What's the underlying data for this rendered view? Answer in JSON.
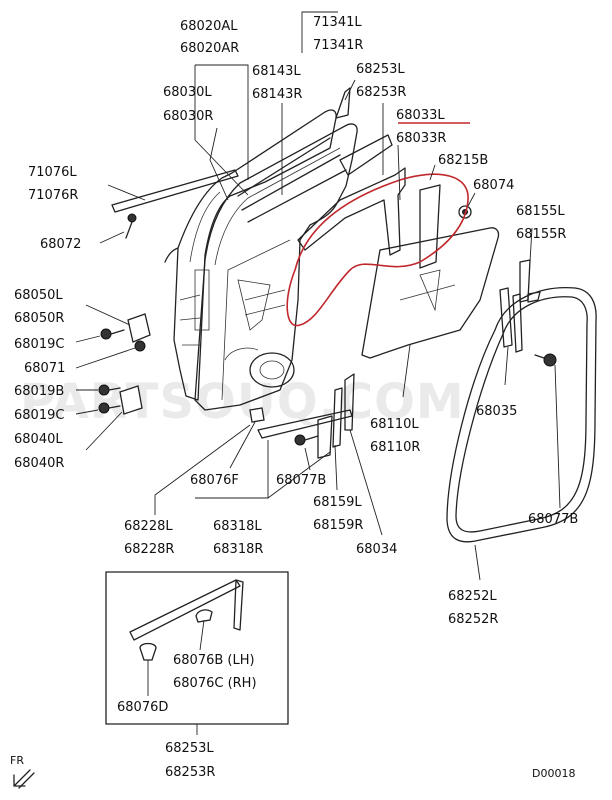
{
  "watermark": "PARTSOUQ.COM",
  "diagram_code": "D00018",
  "orientation_label": "FR",
  "labels": {
    "p68020AL": "68020AL",
    "p68020AR": "68020AR",
    "p71341L": "71341L",
    "p71341R": "71341R",
    "p68030L": "68030L",
    "p68030R": "68030R",
    "p68143L": "68143L",
    "p68143R": "68143R",
    "p68253L_top": "68253L",
    "p68253R_top": "68253R",
    "p68033L": "68033L",
    "p68033R": "68033R",
    "p68215B": "68215B",
    "p68074": "68074",
    "p71076L": "71076L",
    "p71076R": "71076R",
    "p68155L": "68155L",
    "p68155R": "68155R",
    "p68072": "68072",
    "p68050L": "68050L",
    "p68050R": "68050R",
    "p68019C_a": "68019C",
    "p68071": "68071",
    "p68019B": "68019B",
    "p68019C_b": "68019C",
    "p68040L": "68040L",
    "p68040R": "68040R",
    "p68035": "68035",
    "p68110L": "68110L",
    "p68110R": "68110R",
    "p68076F": "68076F",
    "p68077B_left": "68077B",
    "p68077B_right": "68077B",
    "p68228L": "68228L",
    "p68228R": "68228R",
    "p68318L": "68318L",
    "p68318R": "68318R",
    "p68159L": "68159L",
    "p68159R": "68159R",
    "p68034": "68034",
    "p68252L": "68252L",
    "p68252R": "68252R",
    "p68076B": "68076B (LH)",
    "p68076C": "68076C (RH)",
    "p68076D": "68076D",
    "p68253L_bottom": "68253L",
    "p68253R_bottom": "68253R"
  }
}
